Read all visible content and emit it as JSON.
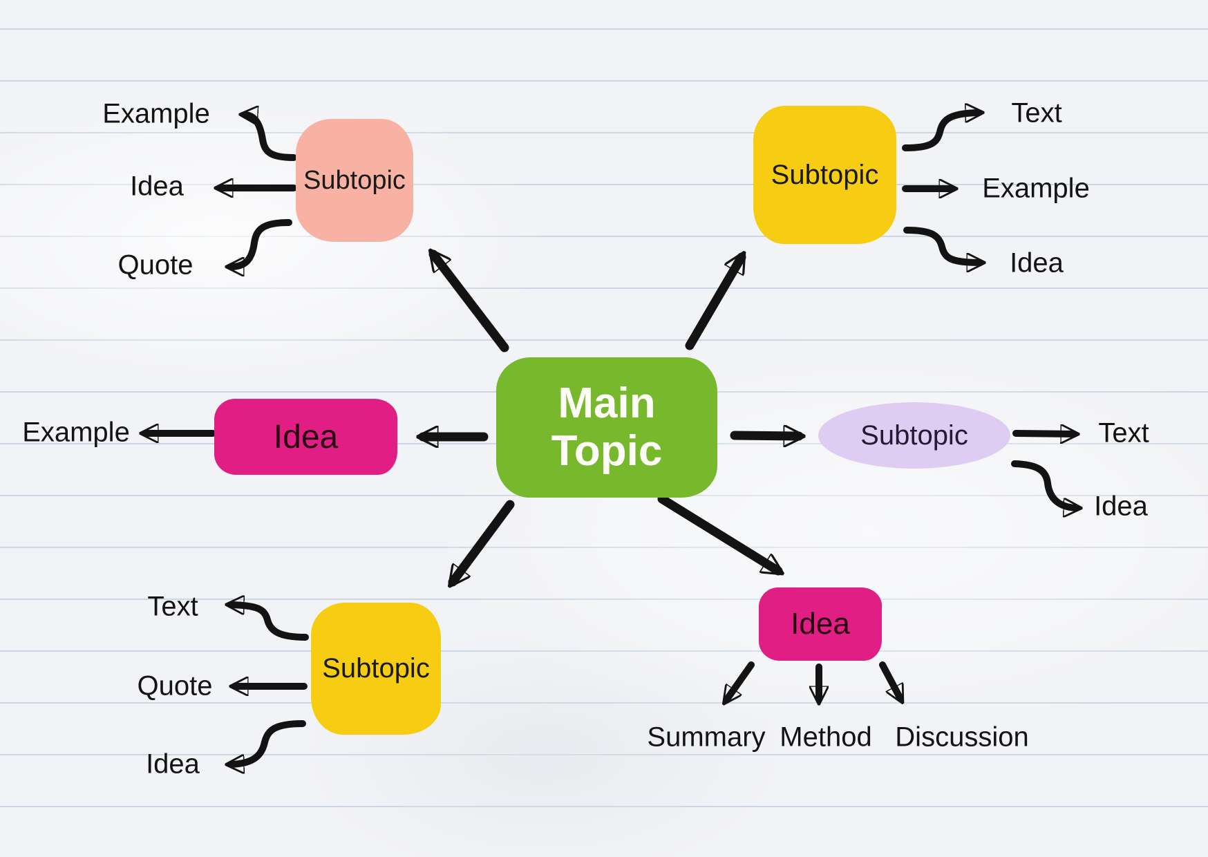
{
  "diagram": {
    "kind": "mind-map",
    "background": "ruled-notebook-paper",
    "palette": {
      "main_green": "#77B82D",
      "salmon": "#F8B2A4",
      "yellow": "#F6CD12",
      "magenta": "#E01E83",
      "lavender": "#DECCF2",
      "ink": "#131313",
      "ruled_line": "#ccd6e2",
      "paper": "#f2f3f6"
    }
  },
  "nodes": {
    "main": {
      "label": "Main Topic",
      "shape": "rounded-rect",
      "color": "#77B82D"
    },
    "subtopic_top_left": {
      "label": "Subtopic",
      "shape": "rounded-rect",
      "color": "#F8B2A4"
    },
    "subtopic_top_right": {
      "label": "Subtopic",
      "shape": "rounded-rect",
      "color": "#F6CD12"
    },
    "idea_left": {
      "label": "Idea",
      "shape": "rounded-rect",
      "color": "#E01E83"
    },
    "subtopic_right": {
      "label": "Subtopic",
      "shape": "ellipse",
      "color": "#DECCF2"
    },
    "subtopic_bottom_left": {
      "label": "Subtopic",
      "shape": "rounded-rect",
      "color": "#F6CD12"
    },
    "idea_bottom_right": {
      "label": "Idea",
      "shape": "rounded-rect",
      "color": "#E01E83"
    }
  },
  "leaves": {
    "tl_example": {
      "label": "Example",
      "parent": "subtopic_top_left"
    },
    "tl_idea": {
      "label": "Idea",
      "parent": "subtopic_top_left"
    },
    "tl_quote": {
      "label": "Quote",
      "parent": "subtopic_top_left"
    },
    "tr_text": {
      "label": "Text",
      "parent": "subtopic_top_right"
    },
    "tr_example": {
      "label": "Example",
      "parent": "subtopic_top_right"
    },
    "tr_idea": {
      "label": "Idea",
      "parent": "subtopic_top_right"
    },
    "ml_example": {
      "label": "Example",
      "parent": "idea_left"
    },
    "mr_text": {
      "label": "Text",
      "parent": "subtopic_right"
    },
    "mr_idea": {
      "label": "Idea",
      "parent": "subtopic_right"
    },
    "bl_text": {
      "label": "Text",
      "parent": "subtopic_bottom_left"
    },
    "bl_quote": {
      "label": "Quote",
      "parent": "subtopic_bottom_left"
    },
    "bl_idea": {
      "label": "Idea",
      "parent": "subtopic_bottom_left"
    },
    "br_summary": {
      "label": "Summary",
      "parent": "idea_bottom_right"
    },
    "br_method": {
      "label": "Method",
      "parent": "idea_bottom_right"
    },
    "br_discussion": {
      "label": "Discussion",
      "parent": "idea_bottom_right"
    }
  }
}
